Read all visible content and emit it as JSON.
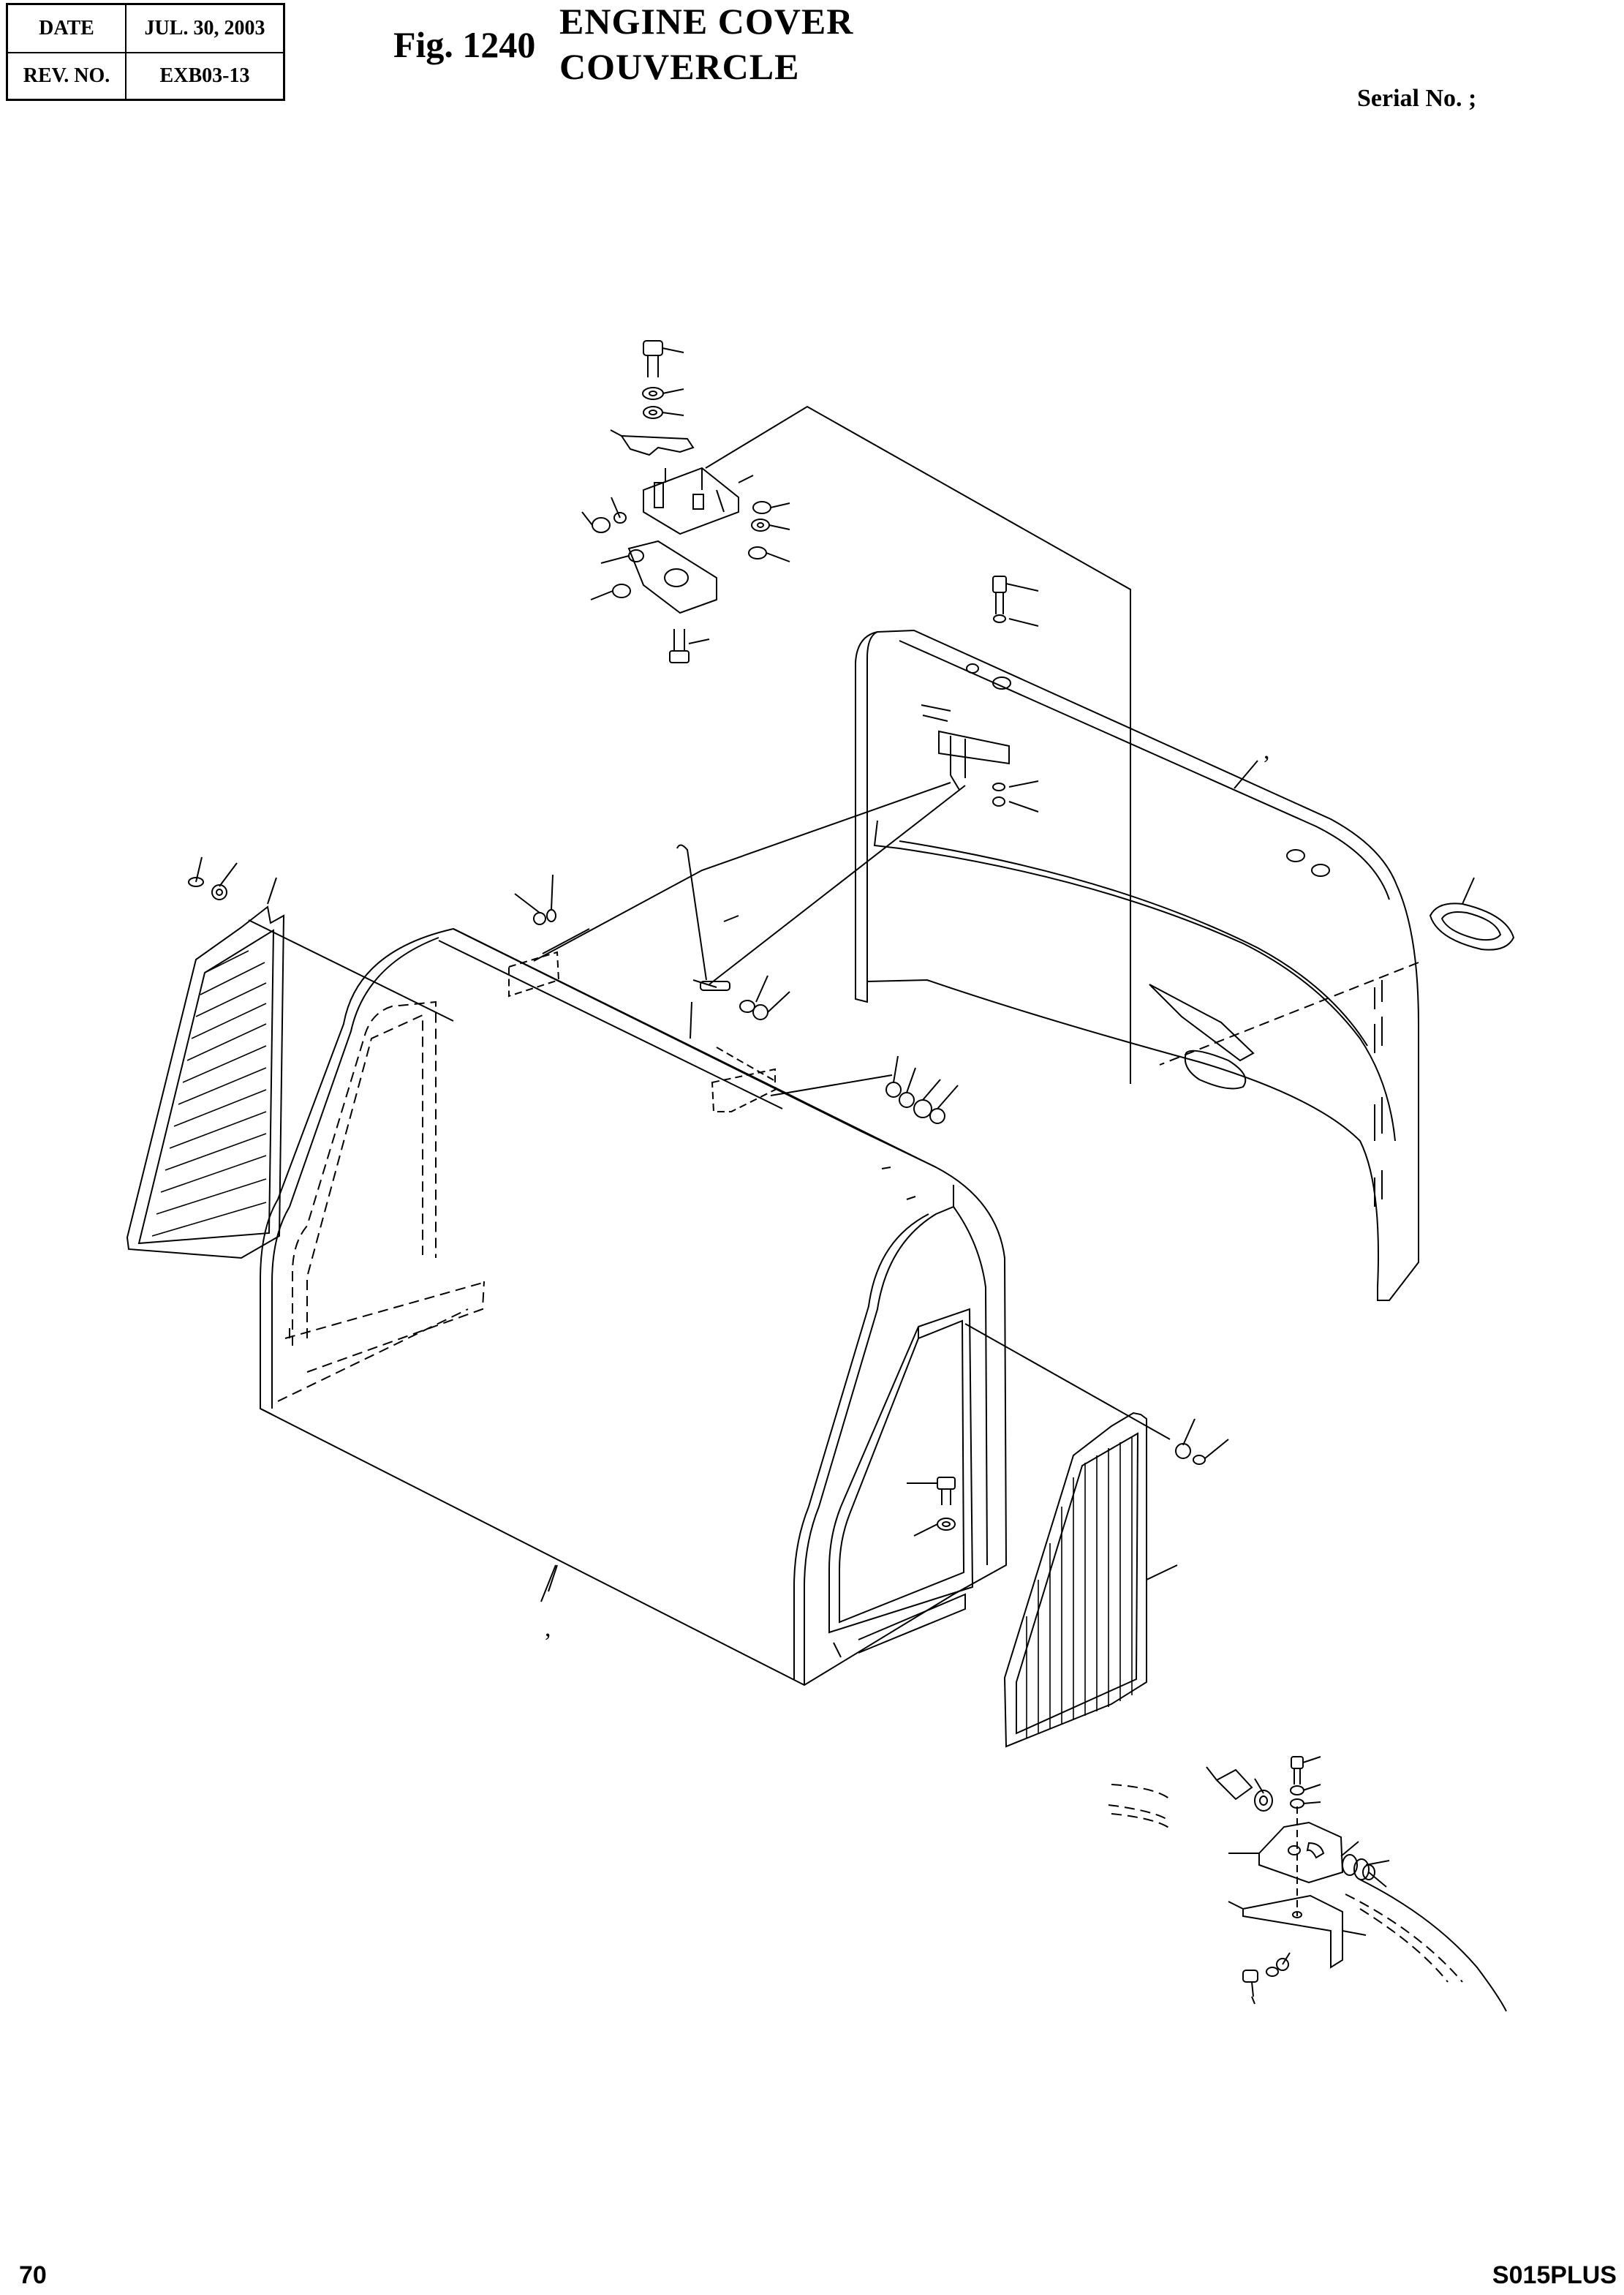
{
  "header": {
    "date_label": "DATE",
    "date_value": "JUL. 30, 2003",
    "rev_label": "REV. NO.",
    "rev_value": "EXB03-13"
  },
  "figure": {
    "number": "Fig. 1240",
    "title_en": "ENGINE COVER",
    "title_fr": "COUVERCLE"
  },
  "serial_label": "Serial No. ;",
  "callout_marks": [
    ",",
    ","
  ],
  "footer": {
    "page_number": "70",
    "model": "S015PLUS"
  }
}
